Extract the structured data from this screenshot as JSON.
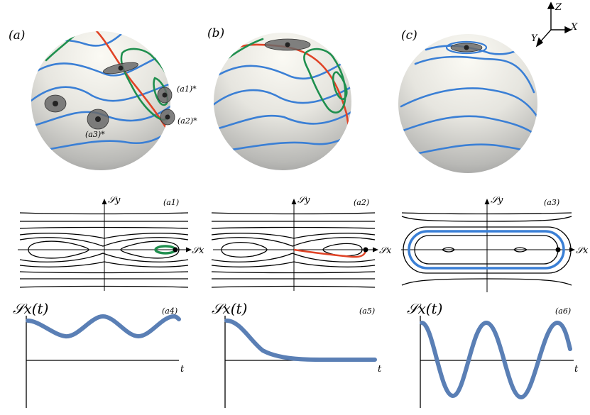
{
  "panels": {
    "a": "(a)",
    "b": "(b)",
    "c": "(c)",
    "a1": "(a1)",
    "a2": "(a2)",
    "a3": "(a3)",
    "a4": "(a4)",
    "a5": "(a5)",
    "a6": "(a6)"
  },
  "sphere_labels": {
    "fp1": "(a1)*",
    "fp2": "(a2)*",
    "fp3": "(a3)*"
  },
  "axes_triad": {
    "z": "Z",
    "x": "X",
    "y": "Y"
  },
  "phase_axes": {
    "x": "𝒮x",
    "y": "𝒮y"
  },
  "time_axes": {
    "y": "𝒮x(t)",
    "x": "t"
  },
  "colors": {
    "blue": "#3a7fd5",
    "red": "#e04326",
    "green": "#1f8f4e",
    "signal": "#5a7fb5",
    "patch": "#6a6a6a"
  }
}
